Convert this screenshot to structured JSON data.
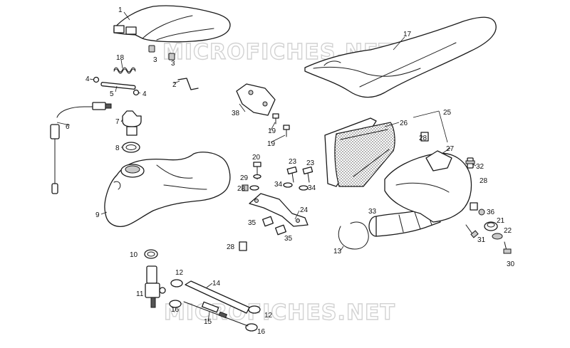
{
  "watermark": "MICROFICHES.NET",
  "callouts": {
    "c1": "1",
    "c2": "2",
    "c3a": "3",
    "c3b": "3",
    "c4a": "4",
    "c4b": "4",
    "c5": "5",
    "c6": "6",
    "c7": "7",
    "c8": "8",
    "c9": "9",
    "c10": "10",
    "c11": "11",
    "c12a": "12",
    "c12b": "12",
    "c13": "13",
    "c14": "14",
    "c15": "15",
    "c16a": "16",
    "c16b": "16",
    "c17": "17",
    "c18": "18",
    "c19a": "19",
    "c19b": "19",
    "c20": "20",
    "c21": "21",
    "c22": "22",
    "c23a": "23",
    "c23b": "23",
    "c24": "24",
    "c25": "25",
    "c26": "26",
    "c27": "27",
    "c28a": "28",
    "c28b": "28",
    "c28c": "28",
    "c28d": "28",
    "c29": "29",
    "c30": "30",
    "c31": "31",
    "c32": "32",
    "c33": "33",
    "c34a": "34",
    "c34b": "34",
    "c35a": "35",
    "c35b": "35",
    "c36": "36",
    "c38": "38"
  }
}
